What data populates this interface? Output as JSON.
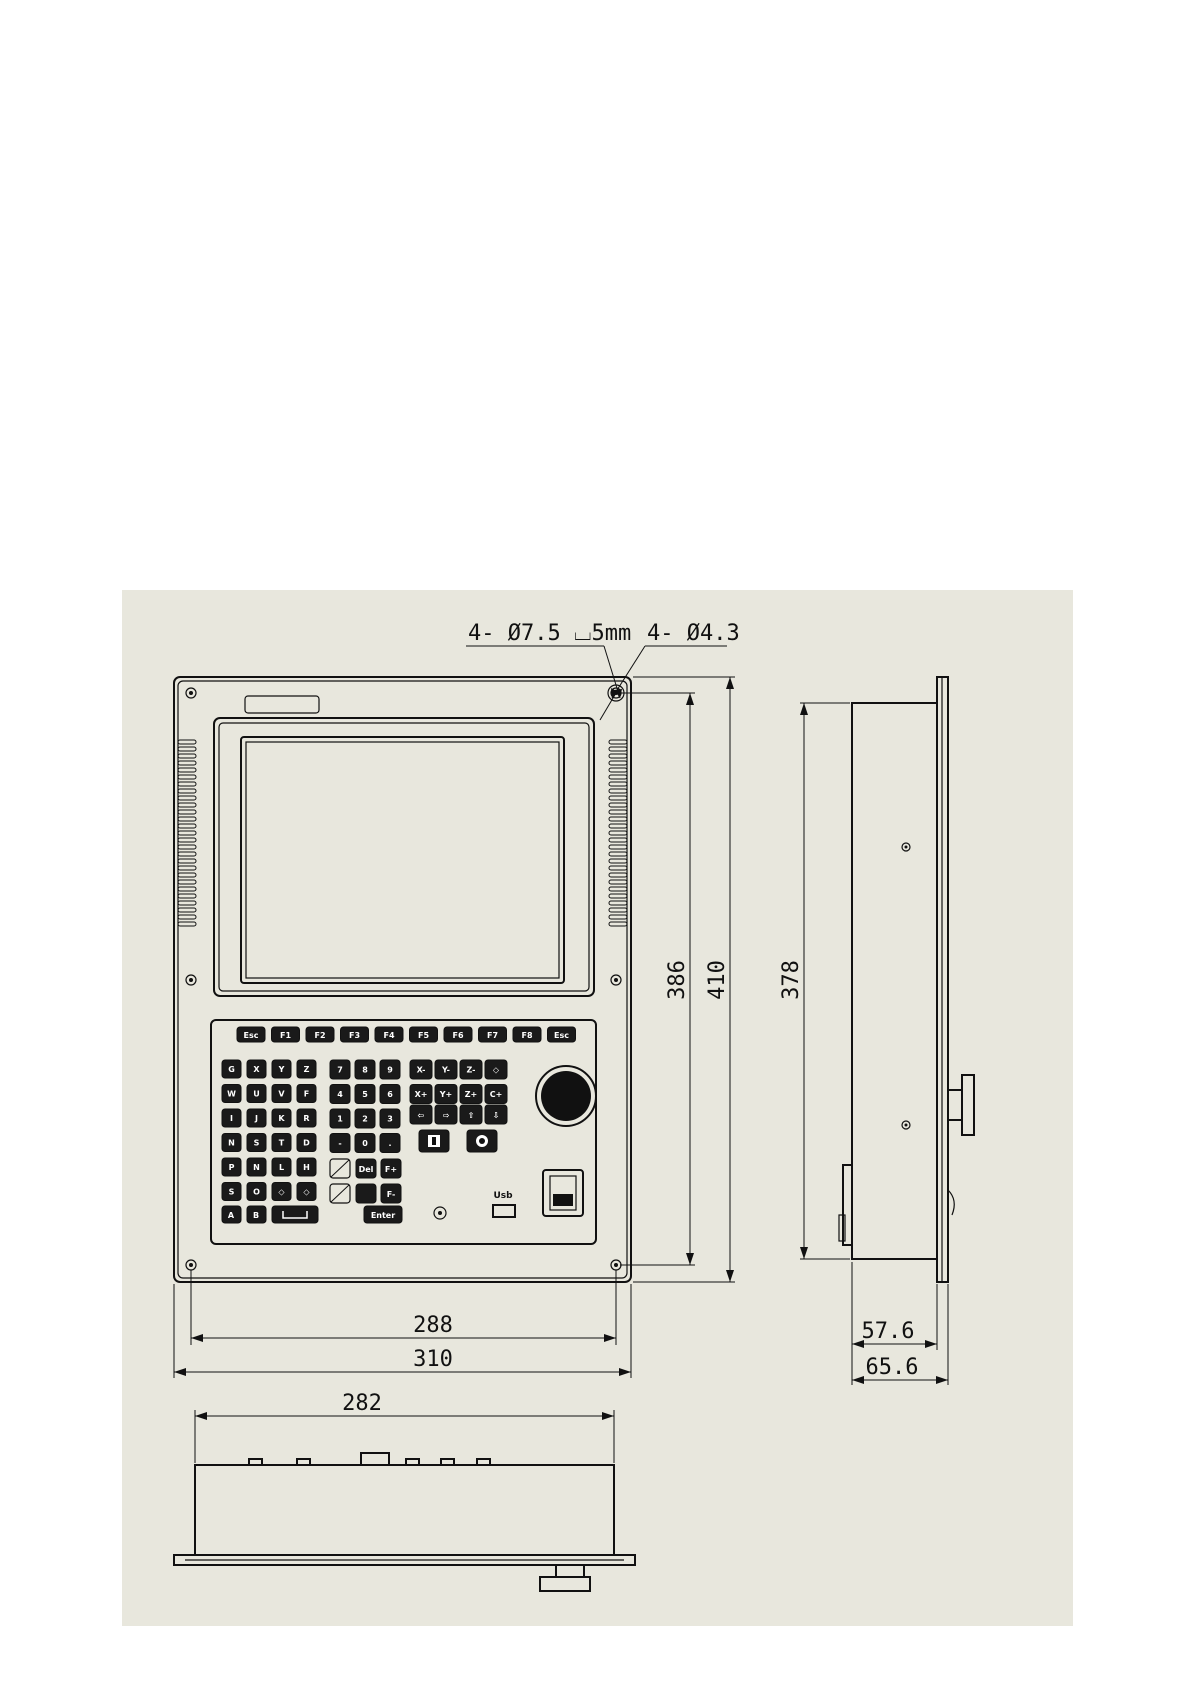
{
  "drawing": {
    "annotations": {
      "counterbore": "4- Ø7.5 ⌴5mm",
      "hole": "4- Ø4.3"
    },
    "dimensions": {
      "front_inner_height": "386",
      "front_outer_height": "410",
      "side_height": "378",
      "front_inner_width": "288",
      "front_outer_width": "310",
      "bottom_width": "282",
      "side_depth_inner": "57.6",
      "side_depth_outer": "65.6"
    },
    "function_keys": [
      "Esc",
      "F1",
      "F2",
      "F3",
      "F4",
      "F5",
      "F6",
      "F7",
      "F8",
      "Esc"
    ],
    "letter_keys": [
      [
        "G",
        "X",
        "Y",
        "Z"
      ],
      [
        "W",
        "U",
        "V",
        "F"
      ],
      [
        "I",
        "J",
        "K",
        "R"
      ],
      [
        "N",
        "S",
        "T",
        "D"
      ],
      [
        "P",
        "N",
        "L",
        "H"
      ],
      [
        "S",
        "O",
        "◇",
        "◇"
      ]
    ],
    "number_keys": [
      [
        "7",
        "8",
        "9"
      ],
      [
        "4",
        "5",
        "6"
      ],
      [
        "1",
        "2",
        "3"
      ],
      [
        "-",
        "0",
        "."
      ]
    ],
    "axis_keys": [
      [
        "X-",
        "Y-",
        "Z-",
        "◇"
      ],
      [
        "X+",
        "Y+",
        "Z+",
        "C+"
      ]
    ],
    "bottom_keys": {
      "a": "A",
      "b": "B",
      "enter": "Enter",
      "del": "Del",
      "fplus": "F+",
      "fminus": "F-",
      "usb": "Usb"
    }
  }
}
